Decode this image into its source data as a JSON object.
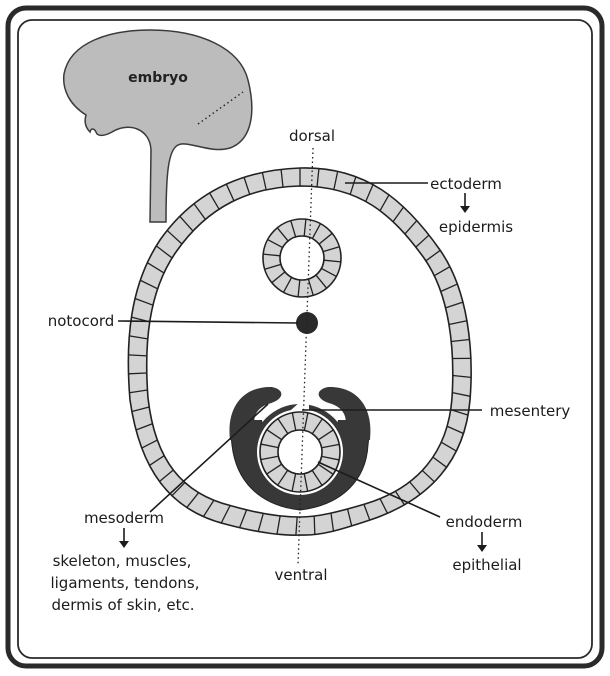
{
  "diagram": {
    "inset_label": "embryo",
    "labels": {
      "dorsal": "dorsal",
      "ventral": "ventral",
      "ectoderm": "ectoderm",
      "epidermis": "epidermis",
      "notocord": "notocord",
      "mesentery": "mesentery",
      "mesoderm": "mesoderm",
      "mesoderm_products": [
        "skeleton, muscles,",
        "ligaments, tendons,",
        "dermis of skin, etc."
      ],
      "endoderm": "endoderm",
      "epithelial": "epithelial"
    },
    "colors": {
      "ink": "#1c1c1c",
      "cell_fill": "#d4d4d4",
      "mesoderm_fill": "#383838",
      "notocord_fill": "#2a2a2a",
      "embryo_fill": "#bcbcbc",
      "frame_outer": "#2a2a2a"
    }
  }
}
